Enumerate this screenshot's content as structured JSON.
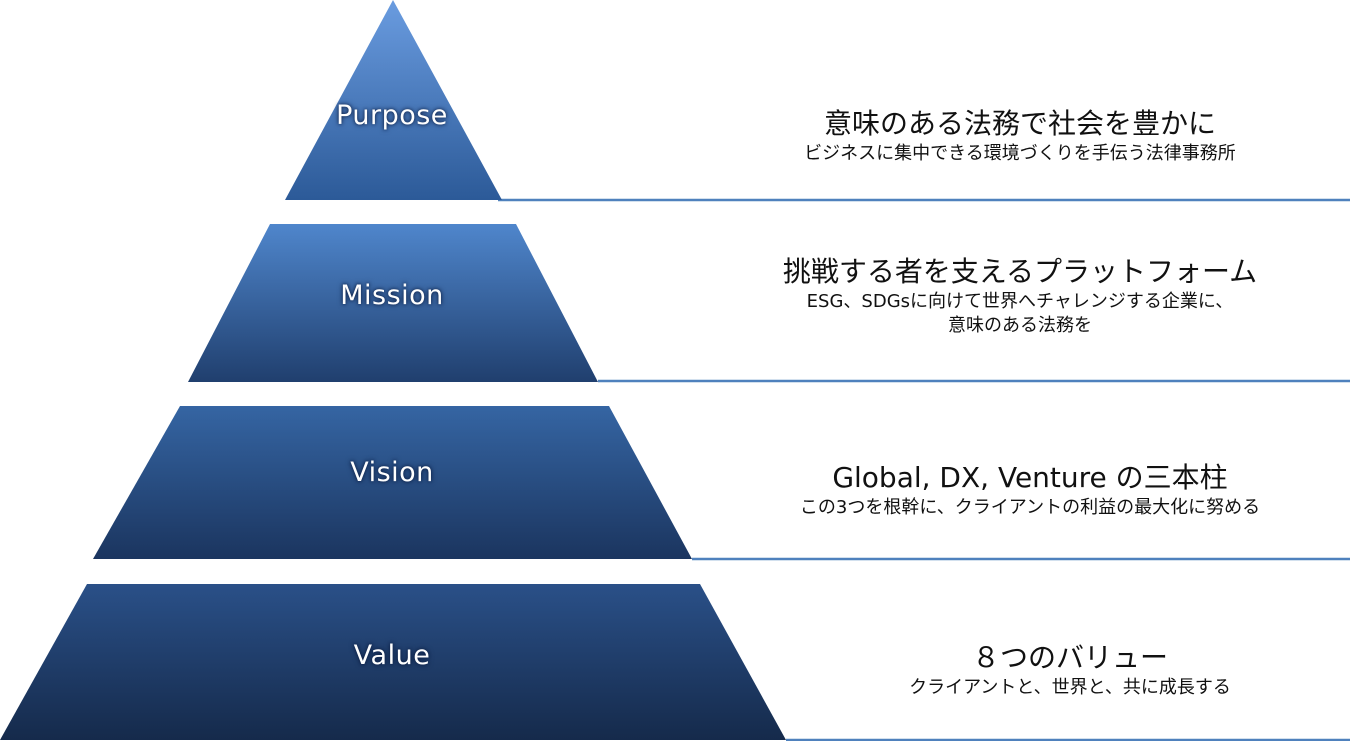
{
  "tiers": [
    {
      "label": "Purpose",
      "title": "意味のある法務で社会を豊かに",
      "sub1": "ビジネスに集中できる環境づくりを手伝う法律事務所",
      "sub2": ""
    },
    {
      "label": "Mission",
      "title": "挑戦する者を支えるプラットフォーム",
      "sub1": "ESG、SDGsに向けて世界へチャレンジする企業に、",
      "sub2": "意味のある法務を"
    },
    {
      "label": "Vision",
      "title": "Global, DX, Venture の三本柱",
      "sub1": "この3つを根幹に、クライアントの利益の最大化に努める",
      "sub2": ""
    },
    {
      "label": "Value",
      "title": "８つのバリュー",
      "sub1": "クライアントと、世界と、共に成長する",
      "sub2": ""
    }
  ],
  "colors": {
    "tier_top": "#5b8ed3",
    "tier_bottom": "#1a2f55",
    "line": "#4f81bd"
  }
}
